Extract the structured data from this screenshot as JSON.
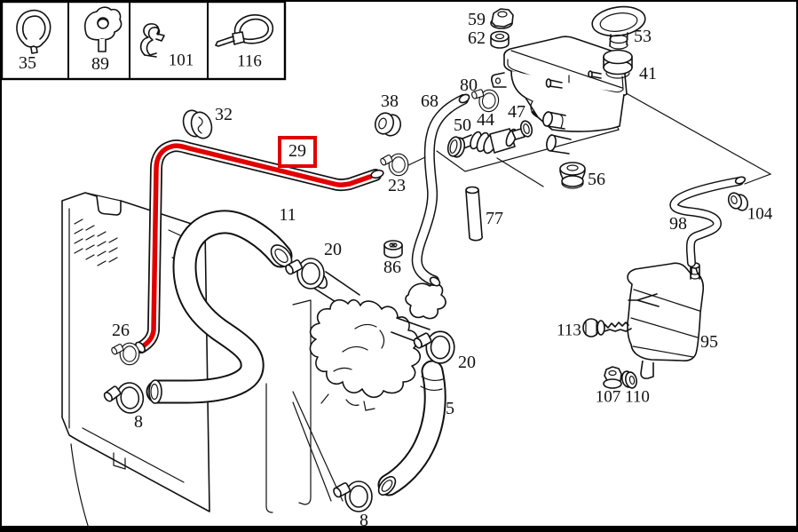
{
  "legend": {
    "cells": [
      {
        "part": "35",
        "icon": "spring-clip-icon"
      },
      {
        "part": "89",
        "icon": "mounting-clamp-icon"
      },
      {
        "part": "101",
        "icon": "retaining-clip-icon"
      },
      {
        "part": "116",
        "icon": "cable-tie-icon"
      }
    ]
  },
  "highlight": {
    "part": "29",
    "color": "#e10000",
    "meaning": "selected-hose"
  },
  "callouts": {
    "5": "5",
    "8": "8",
    "11": "11",
    "20": "20",
    "23": "23",
    "26": "26",
    "32": "32",
    "38": "38",
    "41": "41",
    "44": "44",
    "47": "47",
    "50": "50",
    "53": "53",
    "56": "56",
    "59": "59",
    "62": "62",
    "68": "68",
    "77": "77",
    "80": "80",
    "86": "86",
    "95": "95",
    "98": "98",
    "104": "104",
    "107": "107",
    "110": "110",
    "113": "113"
  }
}
